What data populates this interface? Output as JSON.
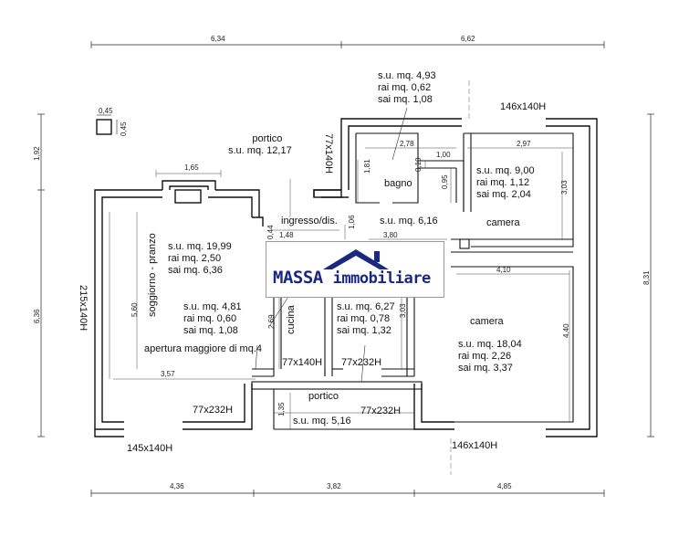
{
  "dimensions": {
    "top_6_34": "6,34",
    "top_6_62": "6,62",
    "bottom_4_36": "4,36",
    "bottom_3_82": "3,82",
    "bottom_4_85": "4,85",
    "left_1_92": "1,92",
    "left_6_36": "6,36",
    "right_8_31": "8,31",
    "pillar_0_45_h": "0,45",
    "pillar_0_45_v": "0,45",
    "step_1_65": "1,65",
    "bath_2_78": "2,78",
    "bed_2_97": "2,97",
    "bath_1_81": "1,81",
    "bath_1_00": "1,00",
    "bath_0_10": "0,10",
    "bath_0_95": "0,95",
    "bed_3_03": "3,03",
    "hall_1_48": "1,48",
    "hall_0_44": "0,44",
    "hall_1_06": "1,06",
    "hall_3_80": "3,80",
    "bed_4_10": "4,10",
    "living_5_60": "5,60",
    "kitchen_2_69": "2,69",
    "room_3_03": "3,03",
    "bed_4_40": "4,40",
    "living_3_57": "3,57",
    "porch_1_35": "1,35"
  },
  "windows": {
    "w_146x140H": "146x140H",
    "w_77x140H_top": "77x140H",
    "w_215x140H": "215x140H",
    "w_77x140H_mid": "77x140H",
    "w_77x232H_mid": "77x232H",
    "w_77x232H_left": "77x232H",
    "w_77x232H_right": "77x232H",
    "w_145x140H": "145x140H",
    "w_146x140H_bottom": "146x140H"
  },
  "rooms": {
    "bath_area": {
      "su": "s.u. mq. 4,93",
      "rai": "rai mq. 0,62",
      "sai": "sai mq. 1,08"
    },
    "portico_top": {
      "name": "portico",
      "su": "s.u. mq. 12,17"
    },
    "bagno": {
      "name": "bagno"
    },
    "camera_top": {
      "su": "s.u. mq. 9,00",
      "rai": "rai mq. 1,12",
      "sai": "sai mq. 2,04",
      "name": "camera"
    },
    "ingresso": {
      "name": "ingresso/dis.",
      "su": "s.u. mq. 6,16"
    },
    "soggiorno": {
      "name": "soggiorno - pranzo",
      "su": "s.u. mq. 19,99",
      "rai": "rai mq. 2,50",
      "sai": "sai mq. 6,36"
    },
    "cucina": {
      "name": "cucina",
      "su": "s.u. mq. 4,81",
      "rai": "rai mq. 0,60",
      "sai": "sai mq. 1,08"
    },
    "room_mid": {
      "su": "s.u. mq. 6,27",
      "rai": "rai mq. 0,78",
      "sai": "sai mq. 1,32"
    },
    "camera_big": {
      "name": "camera",
      "su": "s.u. mq. 18,04",
      "rai": "rai mq. 2,26",
      "sai": "sai mq. 3,37"
    },
    "apertura": {
      "text": "apertura maggiore di mq.4"
    },
    "portico_bottom": {
      "name": "portico",
      "su": "s.u. mq. 5,16"
    }
  },
  "logo": {
    "part1": "MASSA",
    "part2": "immobiliare",
    "colors": {
      "brand_blue": "#1a2880"
    }
  }
}
